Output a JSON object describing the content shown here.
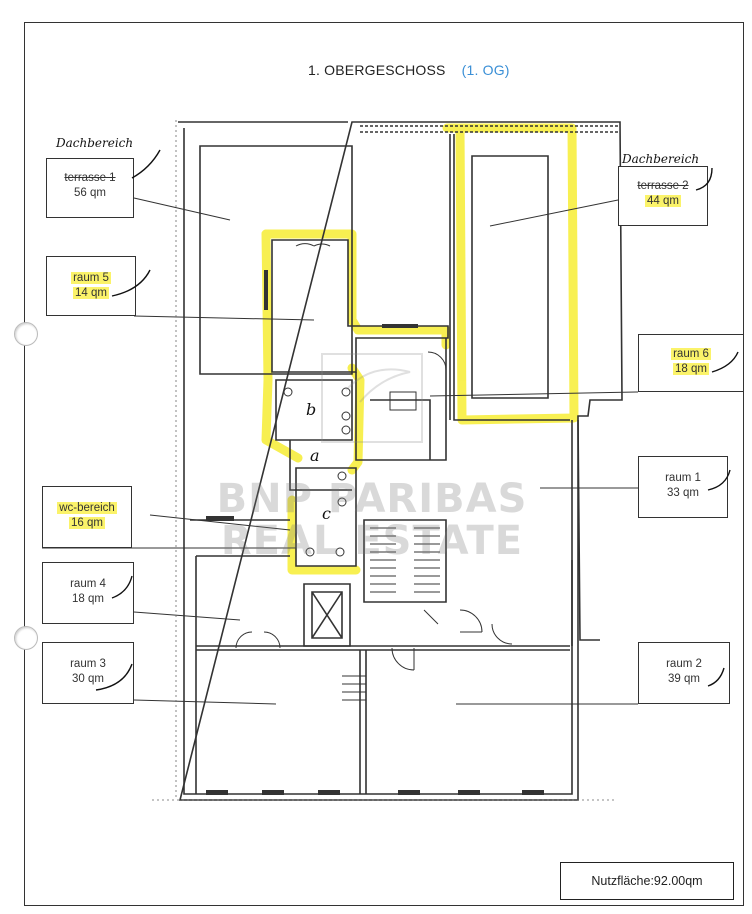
{
  "title": {
    "main": "1. OBERGESCHOSS",
    "sub": "(1. OG)"
  },
  "watermark": {
    "line1": "BNP PARIBAS",
    "line2": "REAL ESTATE"
  },
  "rooms": {
    "terrasse1": {
      "handwritten": "Dachbereich",
      "name": "terrasse 1",
      "area": "56 qm"
    },
    "terrasse2": {
      "handwritten": "Dachbereich",
      "name": "terrasse 2",
      "area": "44 qm"
    },
    "raum5": {
      "name": "raum 5",
      "area": "14 qm"
    },
    "raum6": {
      "name": "raum 6",
      "area": "18 qm"
    },
    "raum1": {
      "name": "raum 1",
      "area": "33 qm"
    },
    "wc": {
      "name": "wc-bereich",
      "area": "16 qm"
    },
    "raum4": {
      "name": "raum 4",
      "area": "18 qm"
    },
    "raum3": {
      "name": "raum 3",
      "area": "30 qm"
    },
    "raum2": {
      "name": "raum 2",
      "area": "39 qm"
    }
  },
  "plan_letters": {
    "a": "a",
    "b": "b",
    "c": "c"
  },
  "summary": {
    "usable_area": "Nutzfläche:92.00qm"
  },
  "colors": {
    "highlight": "#f7ee3f",
    "wall": "#333333",
    "accent": "#3a8fd6"
  }
}
